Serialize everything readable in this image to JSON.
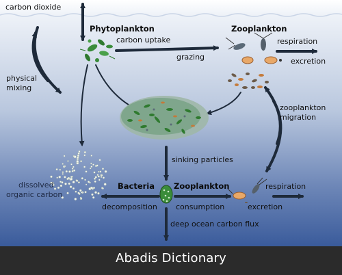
{
  "diagram": {
    "labels": {
      "carbon_dioxide": "carbon dioxide",
      "phytoplankton": "Phytoplankton",
      "carbon_uptake": "carbon uptake",
      "zooplankton_top": "Zooplankton",
      "respiration_top": "respiration",
      "grazing": "grazing",
      "excretion_top": "excretion",
      "physical": "physical",
      "mixing": "mixing",
      "zooplankton_migration_1": "zooplankton",
      "zooplankton_migration_2": "migration",
      "sinking_particles": "sinking particles",
      "dissolved_1": "dissolved",
      "dissolved_2": "organic carbon",
      "bacteria": "Bacteria",
      "zooplankton_bottom": "Zooplankton",
      "respiration_bottom": "respiration",
      "decomposition": "decomposition",
      "consumption": "consumption",
      "excretion_bottom": "excretion",
      "deep_flux": "deep ocean carbon flux"
    },
    "colors": {
      "ocean_top": "#ffffff",
      "ocean_mid": "#d6dfee",
      "ocean_deep": "#3a5fa0",
      "arrow": "#1e2a3a",
      "plankton_green": "#3a8c3a",
      "particle_orange": "#d58a4a"
    }
  },
  "footer": {
    "text": "Abadis Dictionary"
  }
}
